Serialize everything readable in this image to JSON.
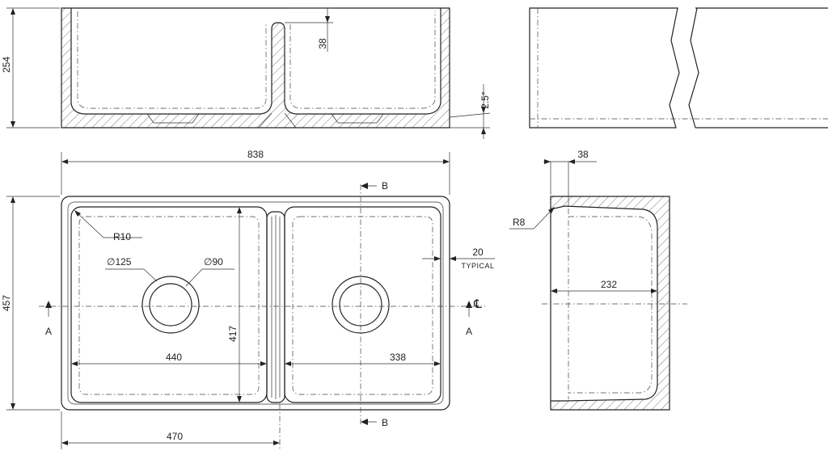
{
  "dimensions": {
    "height_254": "254",
    "slot_38": "38",
    "slope_2_5": "2.5°",
    "width_838": "838",
    "depth_457": "457",
    "radius_r10": "R10",
    "waste_125": "∅125",
    "waste_90": "∅90",
    "inner_417": "417",
    "bowl_440": "440",
    "bowl_338": "338",
    "centre_470": "470",
    "wall_20": "20",
    "typical": "TYPICAL",
    "side_38": "38",
    "radius_r8": "R8",
    "side_232": "232"
  },
  "section_marks": {
    "a_left": "A",
    "a_right": "A",
    "b_top": "B",
    "b_bottom": "B",
    "centerline": "℄"
  }
}
